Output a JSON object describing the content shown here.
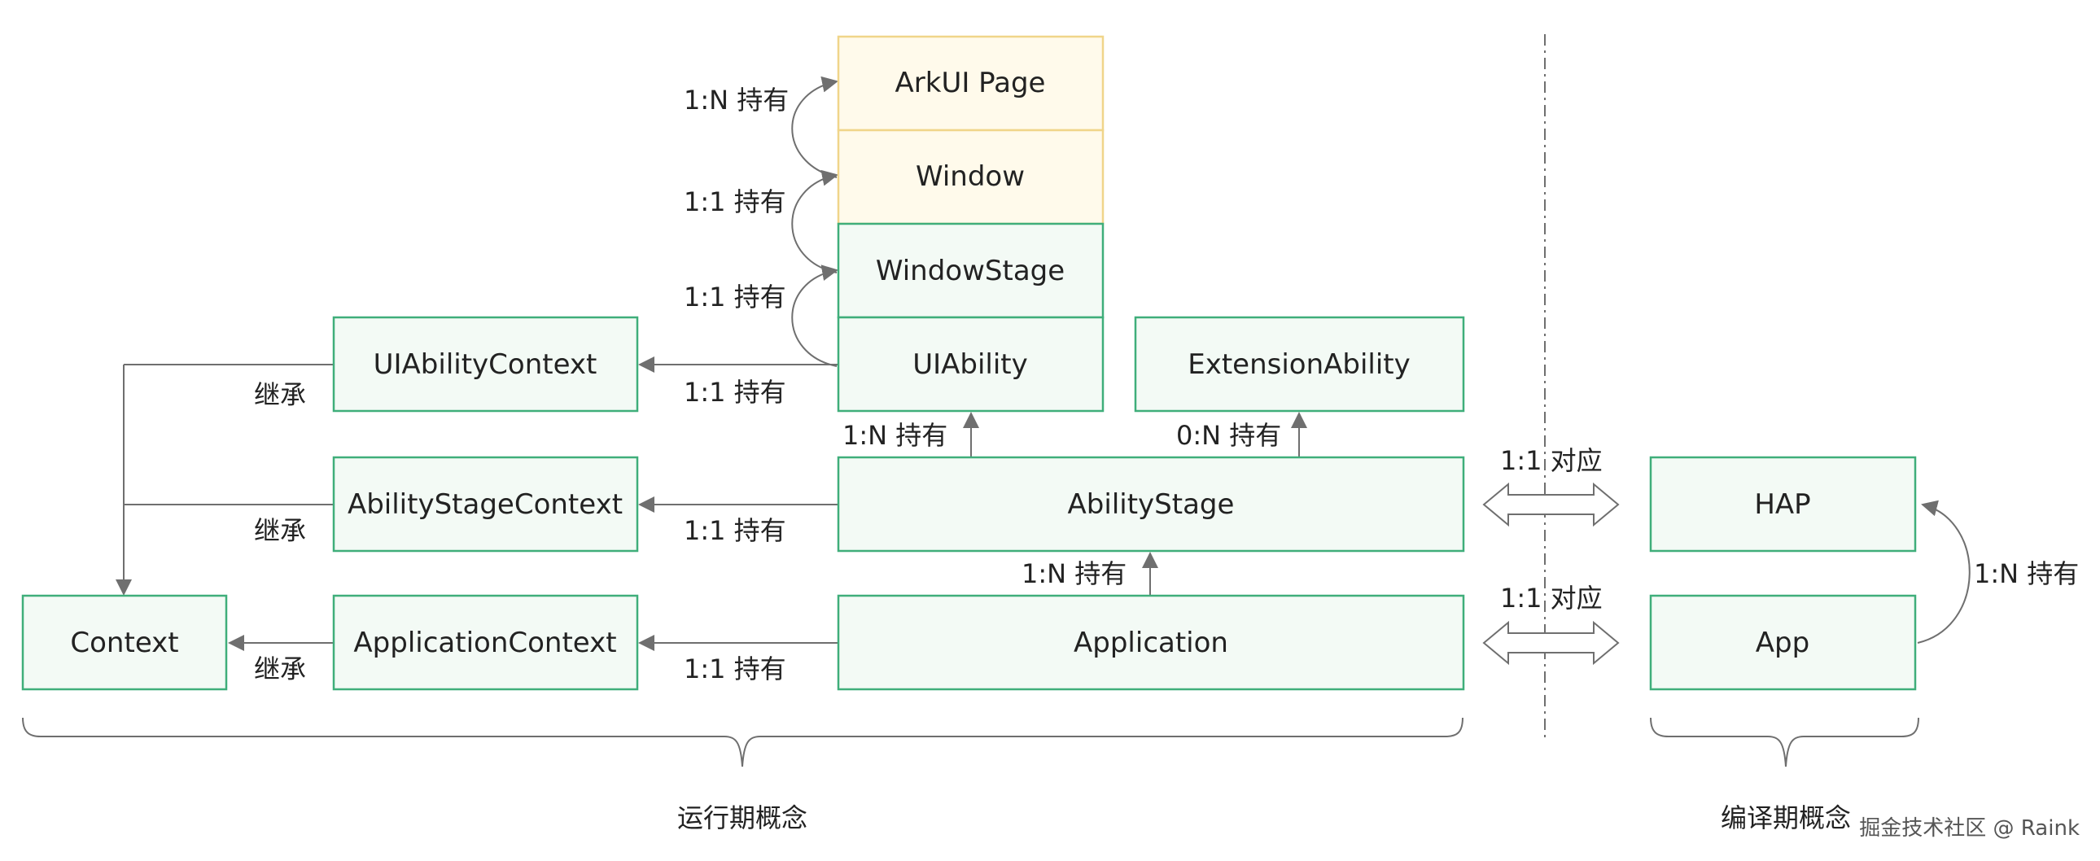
{
  "colors": {
    "runtime_fill": "#f3faf5",
    "runtime_stroke": "#3fae7a",
    "ui_fill": "#fffaeb",
    "ui_stroke": "#f0d58a",
    "line": "#6f6f6f"
  },
  "boxes": {
    "arkui_page": "ArkUI Page",
    "window": "Window",
    "window_stage": "WindowStage",
    "ui_ability": "UIAbility",
    "extension_ability": "ExtensionAbility",
    "ui_ability_context": "UIAbilityContext",
    "ability_stage_context": "AbilityStageContext",
    "ability_stage": "AbilityStage",
    "context": "Context",
    "application_context": "ApplicationContext",
    "application": "Application",
    "hap": "HAP",
    "app": "App"
  },
  "labels": {
    "page_window": "1:N 持有",
    "window_stage": "1:1 持有",
    "stage_ability": "1:1 持有",
    "uiability_context": "1:1 持有",
    "stage_uiability": "1:N 持有",
    "stage_extension": "0:N 持有",
    "stage_context": "1:1 持有",
    "application_stage": "1:N 持有",
    "application_context": "1:1 持有",
    "inherit_1": "继承",
    "inherit_2": "继承",
    "inherit_3": "继承",
    "map_stage_hap": "1:1 对应",
    "map_app_app": "1:1 对应",
    "app_hap": "1:N 持有"
  },
  "groups": {
    "runtime": "运行期概念",
    "compile": "编译期概念"
  },
  "watermark": "掘金技术社区 @ Raink"
}
